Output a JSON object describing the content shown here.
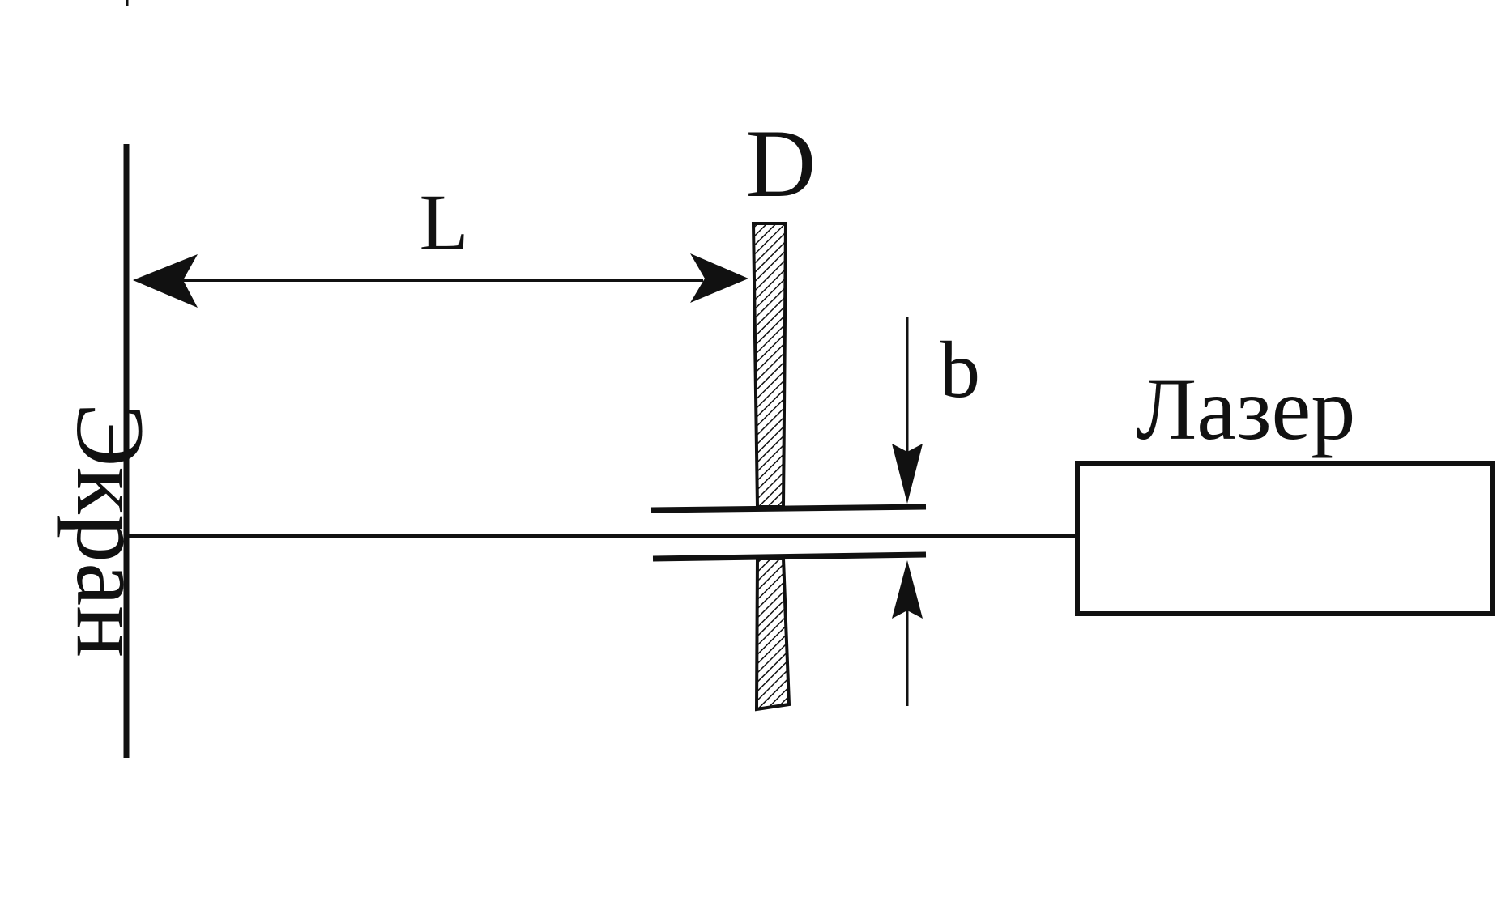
{
  "labels": {
    "screen": "Экран",
    "distance": "L",
    "diaphragm": "D",
    "slit_width": "b",
    "laser": "Лазер"
  },
  "colors": {
    "ink": "#111111",
    "background": "#ffffff"
  }
}
